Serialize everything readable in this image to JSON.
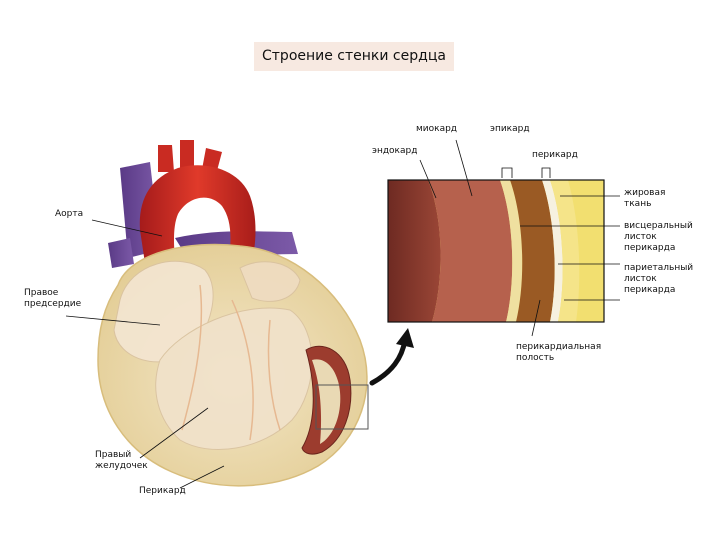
{
  "title": "Строение стенки сердца",
  "labels": {
    "aorta": "Аорта",
    "right_atrium": "Правое\nпредсердие",
    "right_ventricle": "Правый\nжелудочек",
    "pericardium": "Перикард",
    "myocardium": "миокард",
    "epicardium": "эпикард",
    "endocardium": "эндокард",
    "pericardium_small": "перикард",
    "fat_tissue": "жировая\nткань",
    "visceral_layer": "висцеральный\nлисток\nперикарда",
    "parietal_layer": "париетальный\nлисток\nперикарда",
    "pericardial_cavity": "перикардиальная\nполость"
  }
}
